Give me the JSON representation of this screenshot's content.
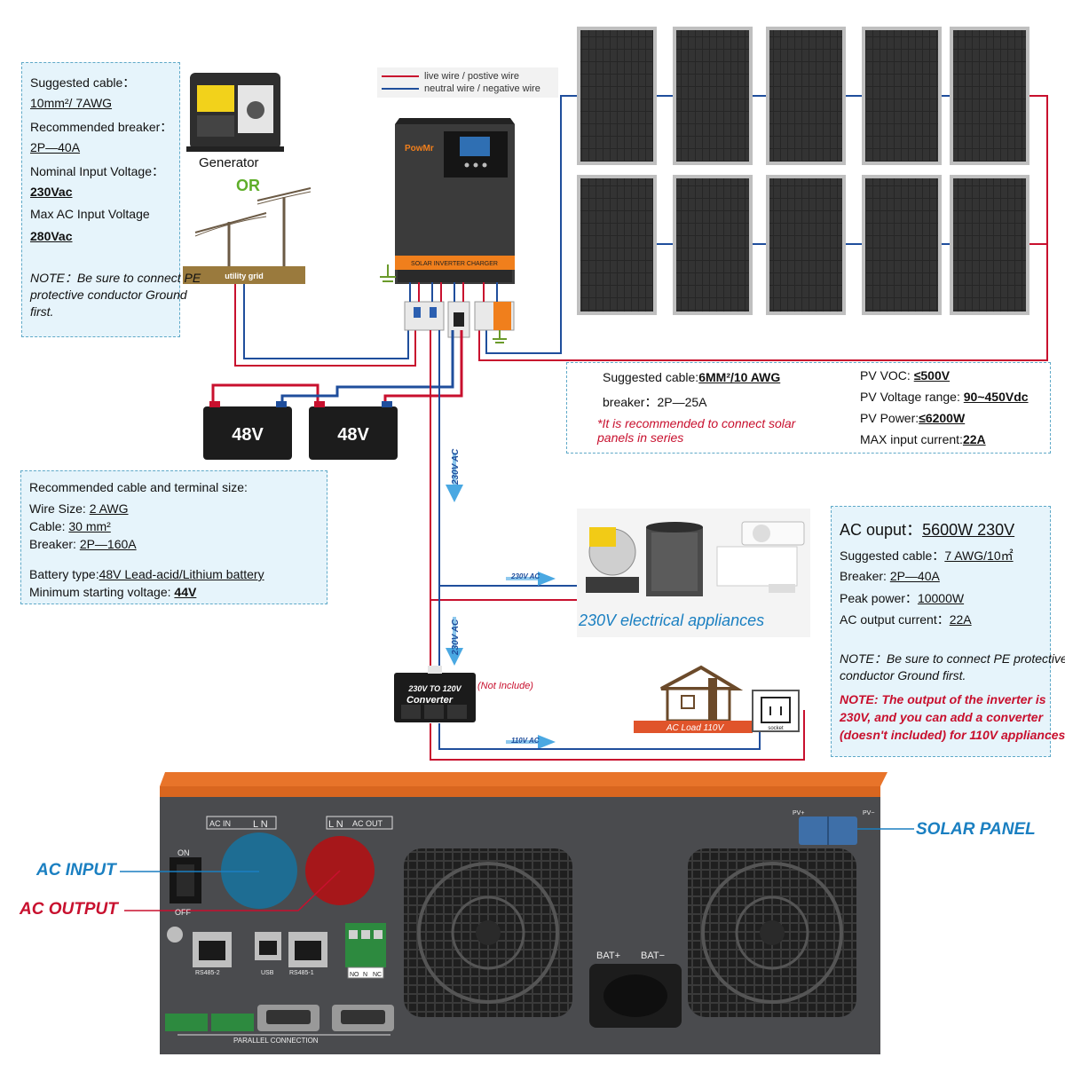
{
  "legend": {
    "live": "live wire / postive wire",
    "neutral": "neutral wire / negative wire",
    "colors": {
      "live": "#c8102e",
      "neutral": "#1f4e9c"
    }
  },
  "grid_box": {
    "cable_label": "Suggested cable：",
    "cable_value": "10mm²/ 7AWG",
    "breaker_label": "Recommended breaker：",
    "breaker_value": "2P—40A",
    "nominal_label": "Nominal Input Voltage：",
    "nominal_value": "230Vac",
    "max_label": "Max AC Input Voltage",
    "max_value": "280Vac",
    "note_line1": "NOTE：Be sure to  connect PE",
    "note_line2": "protective  conductor Ground",
    "note_line3": "first."
  },
  "sources": {
    "generator": "Generator",
    "or": "OR",
    "utility": "utility grid"
  },
  "inverter": {
    "brand": "PowMr",
    "band": "SOLAR INVERTER CHARGER"
  },
  "batteries": [
    "48V",
    "48V"
  ],
  "pv_box": {
    "cable_label": "Suggested cable:",
    "cable_value": "6MM²/10 AWG",
    "breaker": "breaker：2P—25A",
    "note_line1": "*It is recommended to connect solar",
    "note_line2": "panels in series",
    "voc_label": "PV VOC: ",
    "voc_value": "≤500V",
    "range_label": "PV Voltage range: ",
    "range_value": "90~450Vdc",
    "power_label": "PV Power:",
    "power_value": "≤6200W",
    "current_label": "MAX input current:",
    "current_value": "22A"
  },
  "battery_box": {
    "title": "Recommended cable and terminal size:",
    "wire_label": "Wire Size:  ",
    "wire_value": "2 AWG",
    "cable_label": "Cable:  ",
    "cable_value": "30 mm²",
    "breaker_label": "Breaker: ",
    "breaker_value": "2P—160A",
    "type_label": "Battery type:",
    "type_value": "48V Lead-acid/Lithium battery",
    "min_label": "Minimum starting voltage: ",
    "min_value": "44V"
  },
  "ac_box": {
    "title_label": "AC ouput：",
    "title_value": "5600W 230V",
    "cable_label": "Suggested cable：",
    "cable_value": "7 AWG/10㎡",
    "breaker_label": "Breaker: ",
    "breaker_value": "2P—40A",
    "peak_label": "Peak power：",
    "peak_value": "10000W",
    "current_label": "AC output current：",
    "current_value": "22A",
    "note_line1": "NOTE：Be sure to  connect PE  protective",
    "note_line2": "conductor  Ground  first.",
    "red_line1": "NOTE: The output of the inverter is",
    "red_line2": "230V, and you can add a converter",
    "red_line3": "(doesn't included) for 110V appliances."
  },
  "flow": {
    "ac230_vertical_1": "230V AC",
    "ac230_horizontal": "230V AC",
    "ac230_vertical_2": "230V AC",
    "ac110_horizontal": "110V AC",
    "appliances": "230V electrical appliances",
    "converter_line1": "230V TO 120V",
    "converter_line2": "Converter",
    "not_include": "(Not Include)",
    "ac_load": "AC Load 110V",
    "socket": "socket"
  },
  "rear_panel": {
    "ac_in": "AC IN",
    "ac_in_ln": "L N",
    "ac_out_ln": "L N",
    "ac_out": "AC OUT",
    "on": "ON",
    "off": "OFF",
    "rs485_2": "RS485-2",
    "usb": "USB",
    "rs485_1": "RS485-1",
    "no": "NO",
    "n": "N",
    "nc": "NC",
    "parallel": "PARALLEL CONNECTION",
    "bat_plus": "BAT+",
    "bat_minus": "BAT−",
    "pv_plus": "PV+",
    "pv_minus": "PV−"
  },
  "callouts": {
    "ac_input": "AC INPUT",
    "ac_output": "AC OUTPUT",
    "solar_panel": "SOLAR PANEL",
    "ac_input_color": "#1a7fc1",
    "ac_output_color": "#c8102e",
    "solar_color": "#1a7fc1"
  }
}
